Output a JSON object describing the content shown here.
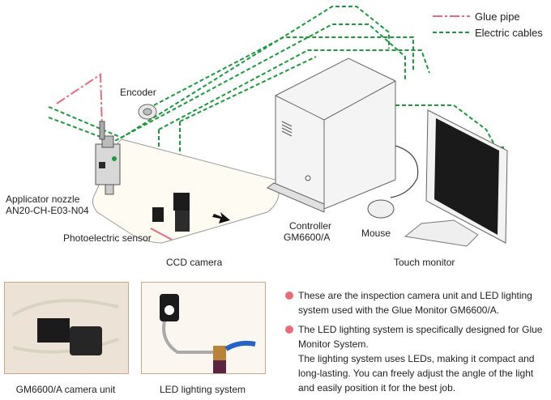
{
  "legend": {
    "glue_pipe": "Glue pipe",
    "electric_cables": "Electric cables",
    "colors": {
      "glue_pipe": "#e86a7c",
      "electric_cables": "#1a9a3c"
    }
  },
  "labels": {
    "encoder": "Encoder",
    "applicator_line1": "Applicator nozzle",
    "applicator_line2": "AN20-CH-E03-N04",
    "photoelectric": "Photoelectric sensor",
    "ccd": "CCD camera",
    "controller_line1": "Controller",
    "controller_line2": "GM6600/A",
    "mouse": "Mouse",
    "touch_monitor": "Touch monitor"
  },
  "photos": {
    "camera_caption": "GM6600/A camera unit",
    "led_caption": "LED lighting system"
  },
  "bullets": [
    {
      "lines": [
        "These are the inspection camera unit and LED lighting",
        "system used with the Glue Monitor GM6600/A."
      ]
    },
    {
      "lines": [
        "The LED lighting system is specifically designed for Glue",
        "Monitor System.",
        "The lighting system uses LEDs, making it compact and",
        "long-lasting. You can freely adjust the angle of the light",
        "and easily position it for the best job."
      ]
    }
  ]
}
